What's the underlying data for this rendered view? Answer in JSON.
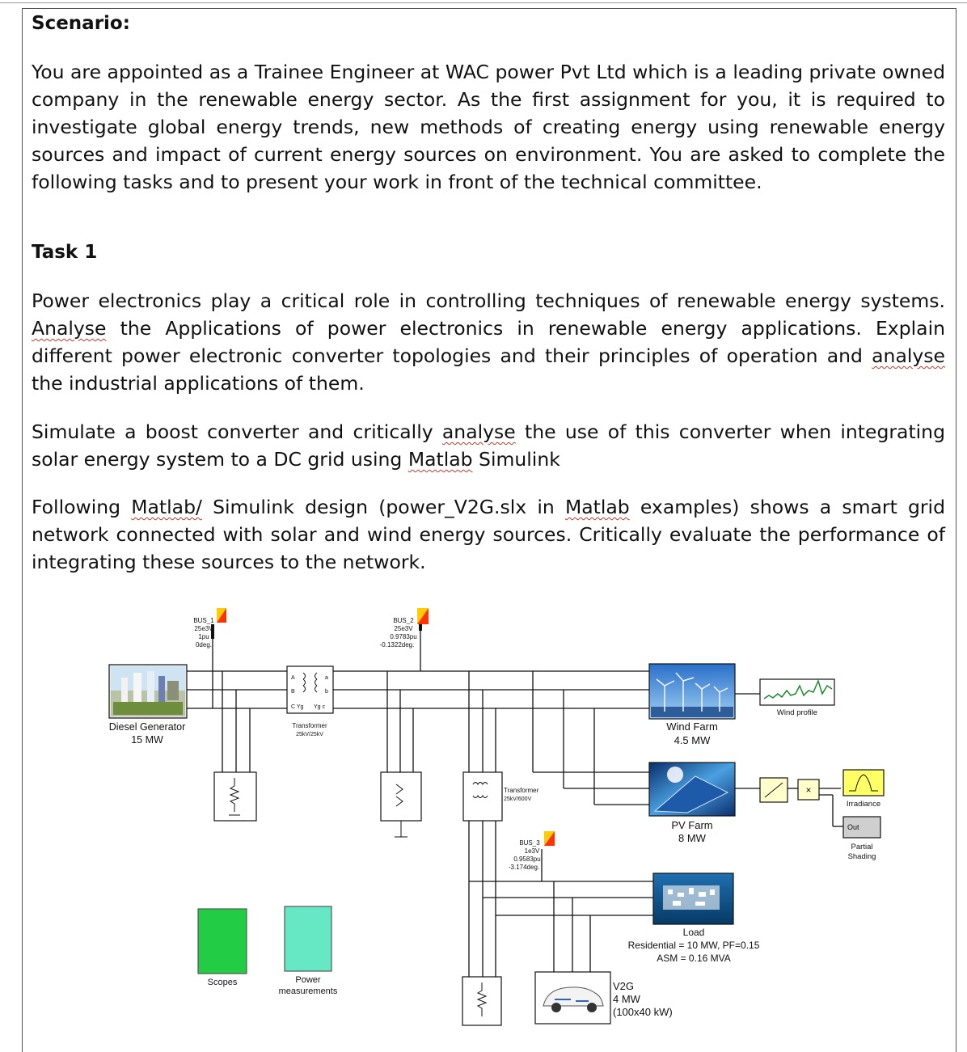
{
  "scenario": {
    "heading": "Scenario:",
    "paragraph": "You are appointed as a Trainee Engineer at WAC power Pvt Ltd which is a leading private owned company in the renewable energy sector. As the first assignment for you, it is required to investigate global energy trends, new methods of creating energy using renewable energy sources and impact of current energy sources on environment. You are asked to complete the following tasks and to present your work in front of the technical committee."
  },
  "task1": {
    "heading": "Task 1",
    "p1": [
      {
        "text": "Power electronics play a critical role in controlling techniques of renewable energy systems. "
      },
      {
        "text": "Analyse",
        "squiggle": true
      },
      {
        "text": " the Applications of power electronics in renewable energy applications. Explain different power electronic converter topologies and their principles of operation and "
      },
      {
        "text": "analyse",
        "squiggle": true
      },
      {
        "text": " the industrial applications of them."
      }
    ],
    "p2": [
      {
        "text": "Simulate a boost converter and critically "
      },
      {
        "text": "analyse",
        "squiggle": true
      },
      {
        "text": " the use of this converter when integrating solar energy system to a DC grid using "
      },
      {
        "text": "Matlab",
        "squiggle": true
      },
      {
        "text": " Simulink"
      }
    ],
    "p3": [
      {
        "text": "Following "
      },
      {
        "text": "Matlab/",
        "squiggle": true
      },
      {
        "text": " Simulink design (power_V2G.slx in "
      },
      {
        "text": "Matlab",
        "squiggle": true
      },
      {
        "text": " examples) shows a smart grid network connected with solar and wind energy sources. Critically evaluate the performance of integrating these sources to the network."
      }
    ]
  },
  "diagram": {
    "bus1": [
      "BUS_1",
      "25e3V",
      "1pu",
      "0deg."
    ],
    "bus2": [
      "BUS_2",
      "25e3V",
      "0.9783pu",
      "-0.1322deg."
    ],
    "bus3": [
      "BUS_3",
      "1e3V",
      "0.9583pu",
      "-3.174deg."
    ],
    "diesel": [
      "Diesel Generator",
      "15 MW"
    ],
    "transformer1": [
      "Transformer",
      "25kV/25kV"
    ],
    "transformer2": [
      "Transformer",
      "25kV/600V"
    ],
    "wind_farm": [
      "Wind Farm",
      "4.5 MW"
    ],
    "wind_profile": "Wind profile",
    "pv_farm": [
      "PV Farm",
      "8 MW"
    ],
    "irradiance": "Irradiance",
    "partial_shading": [
      "Partial",
      "Shading"
    ],
    "out_label": "Out",
    "multiply": "×",
    "load": [
      "Load",
      "Residential = 10 MW, PF=0.15",
      "ASM = 0.16 MVA"
    ],
    "v2g": [
      "V2G",
      "4 MW",
      "(100x40 kW)"
    ],
    "scopes": "Scopes",
    "power_meas": [
      "Power",
      "measurements"
    ],
    "colors": {
      "scope_green": "#22cc44",
      "power_mint": "#66e8c4",
      "bus_orange": "#ff3300"
    }
  }
}
